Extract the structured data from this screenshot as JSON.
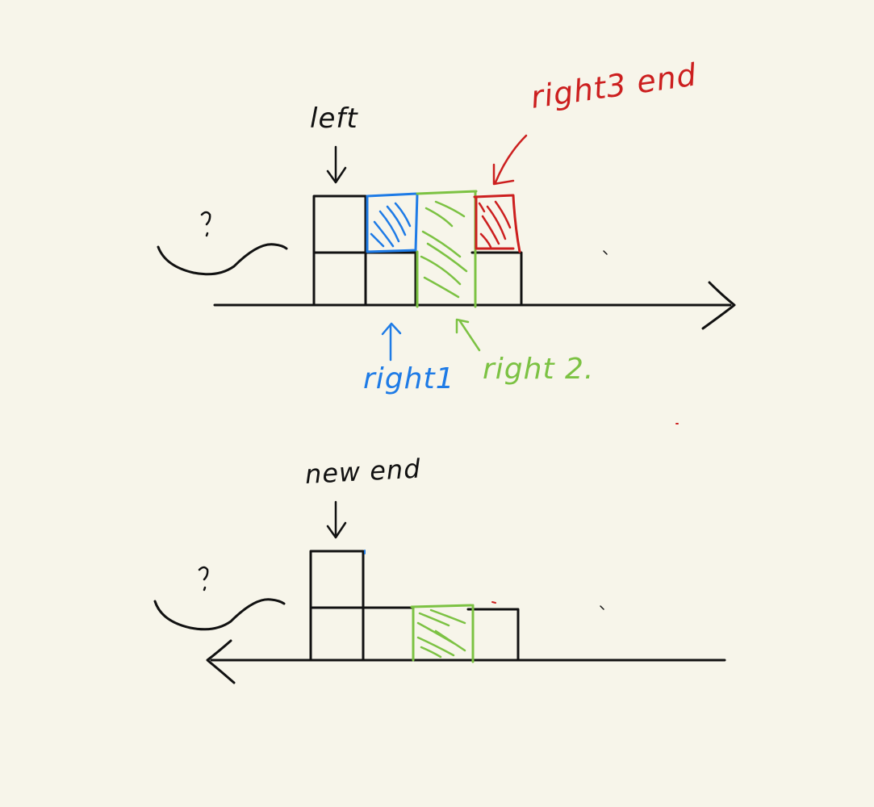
{
  "colors": {
    "background": "#f7f5ea",
    "ink": "#111111",
    "blue": "#1e7be6",
    "green": "#7cc243",
    "red": "#cc1f1f"
  },
  "top_diagram": {
    "label_left": "left",
    "label_right3": "right3 end",
    "label_right1": "right1",
    "label_right2": "right 2.",
    "question_mark": "?",
    "axis_direction": "right"
  },
  "bottom_diagram": {
    "label_new_end": "new end",
    "question_mark": "?",
    "axis_direction": "left"
  }
}
